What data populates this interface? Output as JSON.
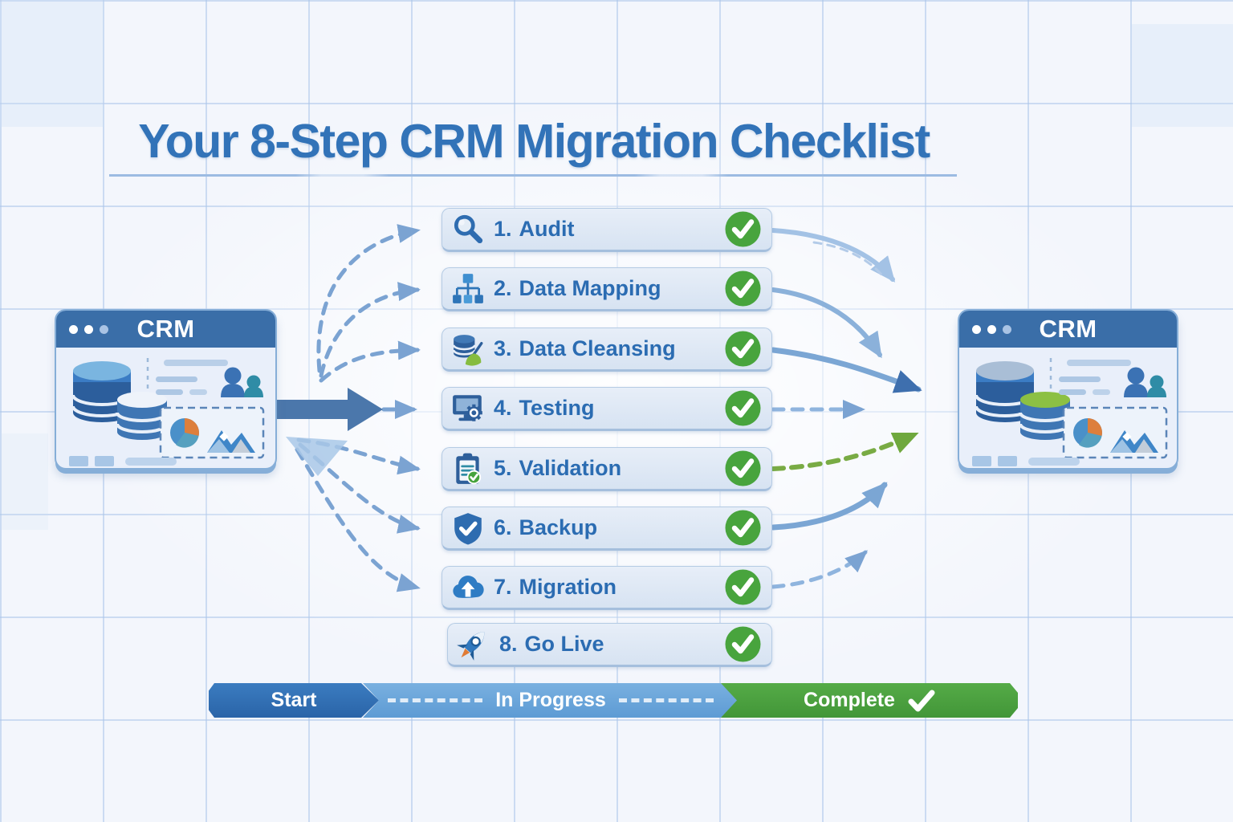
{
  "title": {
    "text": "Your 8-Step CRM Migration Checklist"
  },
  "windows": {
    "source": {
      "title": "CRM"
    },
    "target": {
      "title": "CRM"
    }
  },
  "checklist": {
    "status_icon": "check-circle-icon",
    "items": [
      {
        "number": "1.",
        "label": "Audit",
        "icon": "magnifier-icon"
      },
      {
        "number": "2.",
        "label": "Data Mapping",
        "icon": "sitemap-icon"
      },
      {
        "number": "3.",
        "label": "Data Cleansing",
        "icon": "database-broom-icon"
      },
      {
        "number": "4.",
        "label": "Testing",
        "icon": "monitor-gear-icon"
      },
      {
        "number": "5.",
        "label": "Validation",
        "icon": "clipboard-check-icon"
      },
      {
        "number": "6.",
        "label": "Backup",
        "icon": "shield-check-icon"
      },
      {
        "number": "7.",
        "label": "Migration",
        "icon": "cloud-upload-icon"
      },
      {
        "number": "8.",
        "label": "Go Live",
        "icon": "rocket-icon"
      }
    ]
  },
  "progress_legend": {
    "start": "Start",
    "in_progress": "In Progress",
    "complete": "Complete",
    "complete_icon": "check-icon"
  },
  "colors": {
    "title_blue": "#3273b8",
    "label_blue": "#2b6cb2",
    "check_green": "#46a33c",
    "titlebar_blue": "#3a6ea8",
    "start_blue": "#2e6db4",
    "in_progress_blue": "#68a4da",
    "complete_green": "#47a03c",
    "arrow_blue": "#7ba3d2",
    "arrow_green": "#6fa83d"
  }
}
